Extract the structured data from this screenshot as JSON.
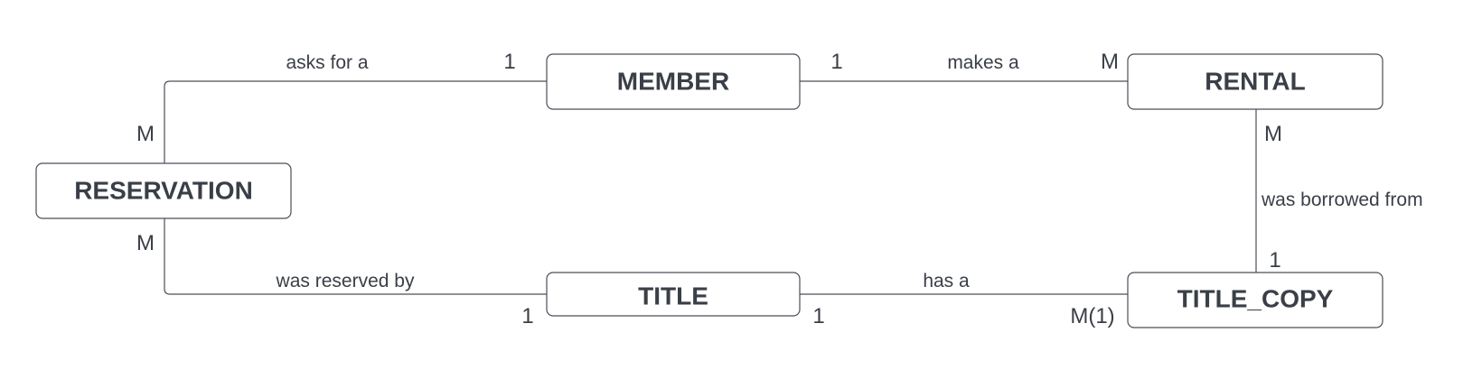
{
  "entities": {
    "member": "MEMBER",
    "rental": "RENTAL",
    "reservation": "RESERVATION",
    "title": "TITLE",
    "title_copy": "TITLE_COPY"
  },
  "relationships": {
    "reservation_member": {
      "label": "asks for a",
      "card_reservation": "M",
      "card_member": "1"
    },
    "member_rental": {
      "label": "makes a",
      "card_member": "1",
      "card_rental": "M"
    },
    "rental_title_copy": {
      "label": "was borrowed from",
      "card_rental": "M",
      "card_title_copy": "1"
    },
    "reservation_title": {
      "label": "was reserved by",
      "card_reservation": "M",
      "card_title": "1"
    },
    "title_title_copy": {
      "label": "has a",
      "card_title": "1",
      "card_title_copy": "M(1)"
    }
  },
  "colors": {
    "stroke": "#4a4f57",
    "text": "#3a3f47",
    "background": "#ffffff"
  }
}
